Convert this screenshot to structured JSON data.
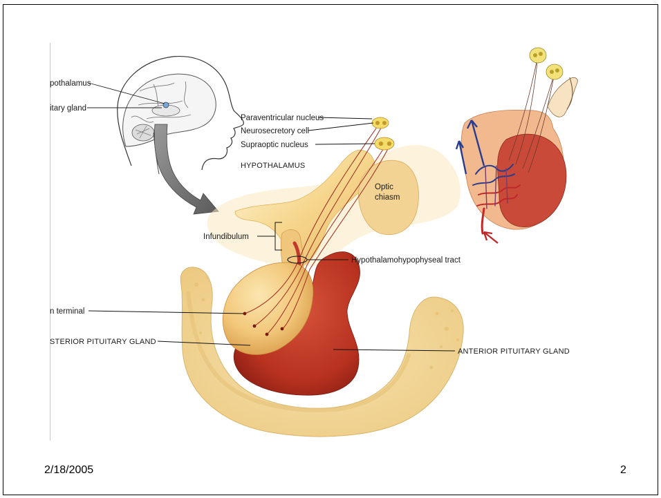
{
  "slide": {
    "date": "2/18/2005",
    "page_number": "2"
  },
  "diagram": {
    "labels": {
      "hypothalamus_head": "pothalamus",
      "pituitary_head": "itary gland",
      "paraventricular": "Paraventricular nucleus",
      "neurosecretory": "Neurosecretory cell",
      "supraoptic": "Supraoptic nucleus",
      "hypothalamus": "HYPOTHALAMUS",
      "optic": "Optic",
      "chiasm": "chiasm",
      "infundibulum": "Infundibulum",
      "tract": "Hypothalamohypophyseal tract",
      "axon_terminal": "n terminal",
      "posterior": "STERIOR PITUITARY GLAND",
      "anterior": "ANTERIOR PITUITARY GLAND"
    },
    "colors": {
      "posterior_lobe": "#f2c77a",
      "anterior_lobe": "#b8321f",
      "bone": "#f1d79a",
      "artery": "#c0282a",
      "vein": "#2a3c8c",
      "cell_body": "#f3dc6a"
    }
  }
}
